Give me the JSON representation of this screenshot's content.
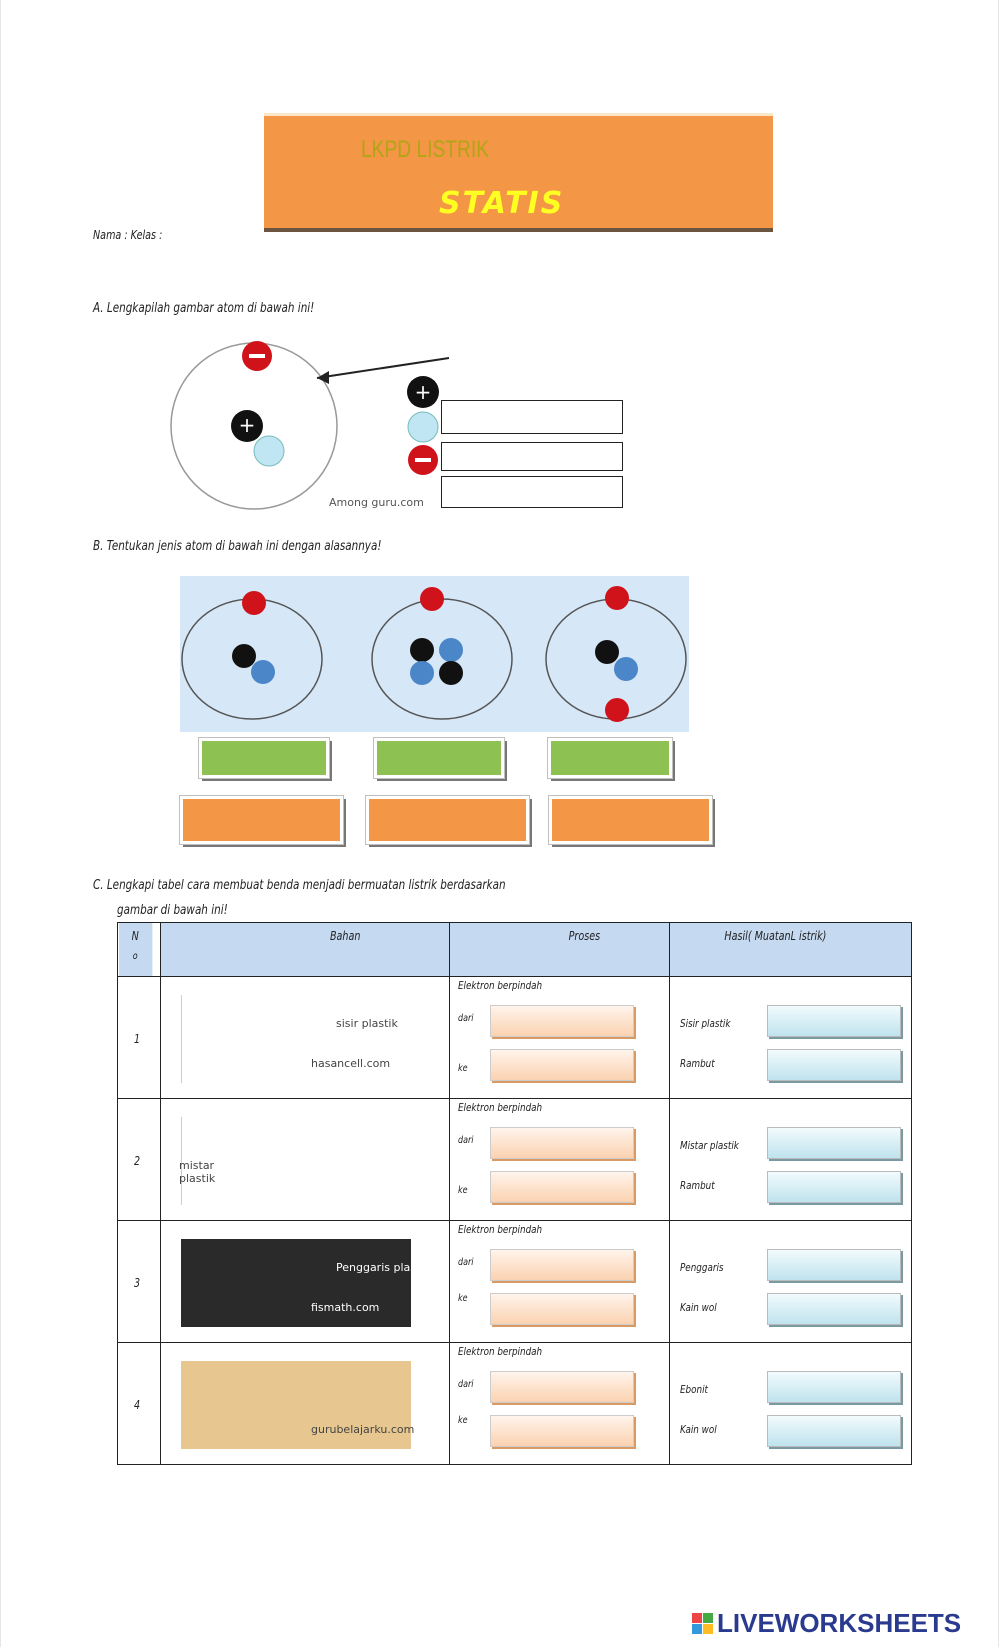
{
  "header": {
    "title_line1": "LKPD LISTRIK",
    "title_line2": "STATIS",
    "name_class": "Nama : Kelas :"
  },
  "section_a": {
    "heading": "A. Lengkapilah gambar atom di bawah ini!",
    "credit": "Among guru.com"
  },
  "section_b": {
    "heading": "B. Tentukan jenis atom di bawah ini dengan alasannya!"
  },
  "section_c": {
    "heading_line1": "C. Lengkapi tabel cara membuat benda menjadi bermuatan listrik berdasarkan",
    "heading_line2": "gambar di bawah ini!",
    "columns": {
      "no_1": "N",
      "no_2": "o",
      "bahan": "Bahan",
      "proses": "Proses",
      "hasil": "Hasil( MuatanL istrik)"
    },
    "proses_label": "Elektron berpindah",
    "dari": "dari",
    "ke": "ke",
    "rows": [
      {
        "no": "1",
        "caption_a": "sisir plastik",
        "caption_b": "hasancell.com",
        "hasil_a": "Sisir plastik",
        "hasil_b": "Rambut"
      },
      {
        "no": "2",
        "caption_a": "mistar plastik",
        "caption_b": "",
        "hasil_a": "Mistar plastik",
        "hasil_b": "Rambut"
      },
      {
        "no": "3",
        "caption_a": "Penggaris plastik",
        "caption_b": "fismath.com",
        "hasil_a": "Penggaris",
        "hasil_b": "Kain wol"
      },
      {
        "no": "4",
        "caption_a": "",
        "caption_b": "gurubelajarku.com",
        "hasil_a": "Ebonit",
        "hasil_b": "Kain wol"
      }
    ]
  },
  "footer": {
    "brand": "LIVEWORKSHEETS"
  },
  "colors": {
    "orange": "#f39645",
    "green": "#8dc253",
    "header_blue": "#c5d9f1",
    "atom_bg": "#d6e8f8"
  }
}
